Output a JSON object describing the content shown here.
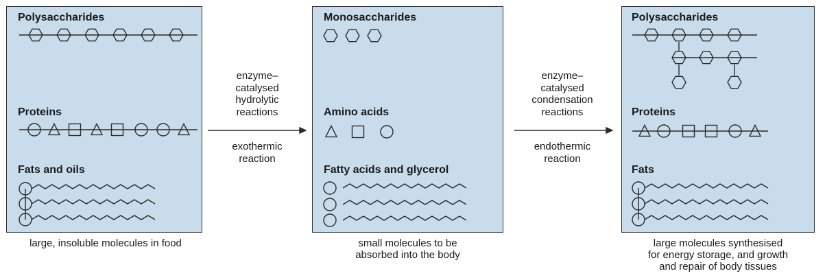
{
  "panels": [
    {
      "sections": [
        "Polysaccharides",
        "Proteins",
        "Fats and oils"
      ],
      "caption": [
        "large, insoluble molecules in food"
      ]
    },
    {
      "sections": [
        "Monosaccharides",
        "Amino acids",
        "Fatty acids and glycerol"
      ],
      "caption": [
        "small molecules to be",
        "absorbed into the body"
      ]
    },
    {
      "sections": [
        "Polysaccharides",
        "Proteins",
        "Fats"
      ],
      "caption": [
        "large molecules synthesised",
        "for energy storage, and growth",
        "and repair of body tissues"
      ]
    }
  ],
  "arrows": [
    {
      "process": [
        "enzyme–",
        "catalysed",
        "hydrolytic",
        "reactions"
      ],
      "energy": [
        "exothermic",
        "reaction"
      ]
    },
    {
      "process": [
        "enzyme–",
        "catalysed",
        "condensation",
        "reactions"
      ],
      "energy": [
        "endothermic",
        "reaction"
      ]
    }
  ]
}
